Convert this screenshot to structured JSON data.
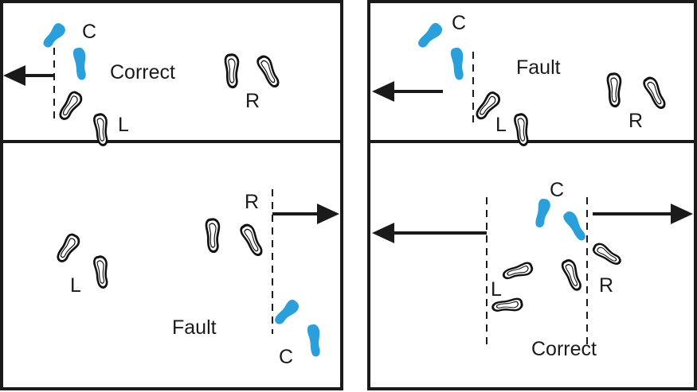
{
  "colors": {
    "ink": "#1a1a1a",
    "catcher_foot": "#2b9fd9",
    "umpire_foot_fill": "#ffffff"
  },
  "panels": {
    "top_left": {
      "verdict": "Correct",
      "catcher": "C",
      "left": "L",
      "right": "R"
    },
    "top_right": {
      "verdict": "Fault",
      "catcher": "C",
      "left": "L",
      "right": "R"
    },
    "bottom_left": {
      "verdict": "Fault",
      "catcher": "C",
      "left": "L",
      "right": "R"
    },
    "bottom_right": {
      "verdict": "Correct",
      "catcher": "C",
      "left": "L",
      "right": "R"
    }
  },
  "icons": {
    "footprint": "footprint-icon",
    "arrow": "arrow-icon"
  }
}
